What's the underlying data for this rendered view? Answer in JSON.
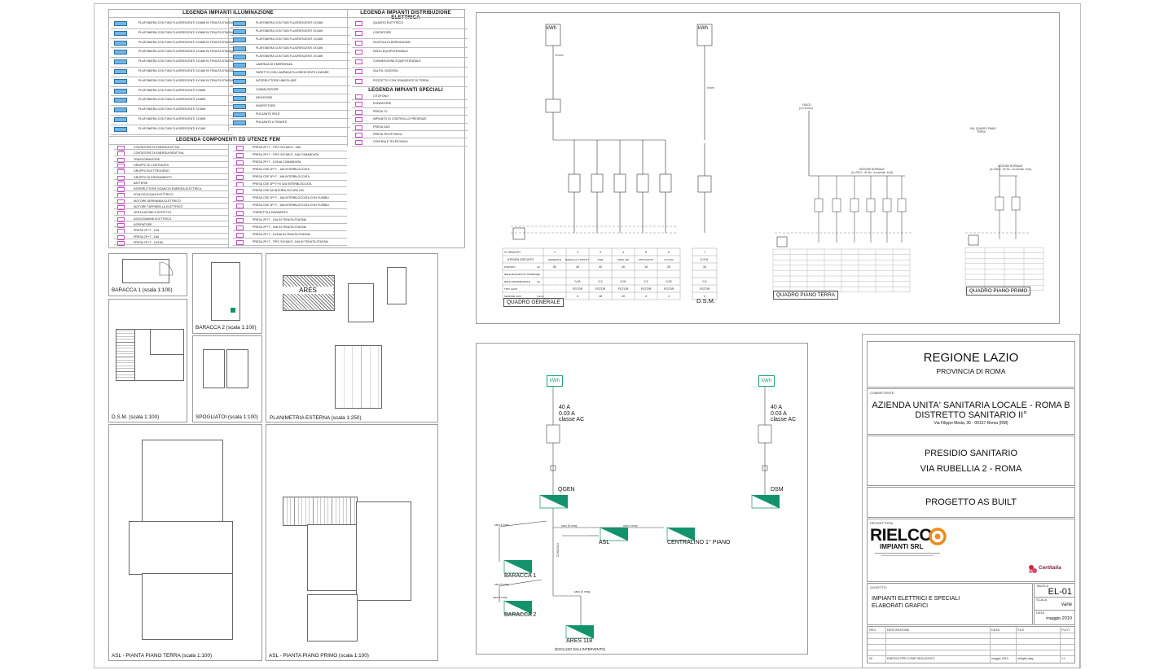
{
  "legend": {
    "illumination_title": "LEGENDA IMPIANTI ILLUMINAZIONE",
    "distribution_title": "LEGENDA IMPIANTI DISTRIBUZIONE ELETTRICA",
    "special_title": "LEGENDA IMPIANTI SPECIALI",
    "fem_title": "LEGENDA COMPONENTI ED UTENZE FEM",
    "illumination_left": [
      "PLAFONIERA CON TUBI FLUORESCENTI 2X58W IN TENUTA STAGNA",
      "PLAFONIERA CON TUBI FLUORESCENTI 1X58W IN TENUTA STAGNA",
      "PLAFONIERA CON TUBI FLUORESCENTI 2X36W IN TENUTA STAGNA",
      "PLAFONIERA CON TUBI FLUORESCENTI 1X36W IN TENUTA STAGNA",
      "PLAFONIERA CON TUBI FLUORESCENTI 1X18W IN TENUTA STAGNA",
      "PLAFONIERA CON TUBI FLUORESCENTI 2X18W IN TENUTA STAGNA",
      "PLAFONIERA CON TUBI FLUORESCENTI 4X18W IN TENUTA STAGNA",
      "PLAFONIERA CON TUBI FLUORESCENTI 2X58W",
      "PLAFONIERA CON TUBI FLUORESCENTI 1X58W",
      "PLAFONIERA CON TUBI FLUORESCENTI 2X36W",
      "PLAFONIERA CON TUBI FLUORESCENTI 1X36W",
      "PLAFONIERA CON TUBI FLUORESCENTI 4X18W"
    ],
    "illumination_right": [
      "PLAFONIERA CON TUBI FLUORESCENTI 2X18W",
      "PLAFONIERA CON TUBI FLUORESCENTI 2X18W",
      "PLAFONIERA CON TUBI FLUORESCENTI 1X18W",
      "PLAFONIERA CON TUBI FLUORESCENTI 4X18W",
      "PLAFONIERA CON TUBI FLUORESCENTI 2X18W",
      "LAMPADA DI EMERGENZA",
      "FARETTO CON LAMPADA FLUORESCENTE LINEARE",
      "INTERRUTTORE UNIPOLARE",
      "COMMUTATORE",
      "DEVIATORE",
      "INVERTITORE",
      "PULSANTE RELE'",
      "PULSANTE A TIRANTE"
    ],
    "distribution": [
      "QUADRO ELETTRICO",
      "CONTATORE",
      "SCATOLA DI DERIVAZIONE",
      "NODO EQUIPOTENZIALE",
      "CONNESSIONE EQUIPOTENZIALE",
      "SALITA / DISCESA",
      "POZZETTO CON SPANDENTE DI TERRA"
    ],
    "special": [
      "CITOFONO",
      "RONZATORE",
      "PRESA TV",
      "IMPIANTO DI CONTROLLO PRESENZE",
      "PRESA DATI",
      "PRESA TELEFONICA",
      "CENTRALE TELEFONICA"
    ],
    "fem_left": [
      "CONTATORE DI ENERGIA ATTIVA",
      "CONTATORE DI ENERGIA REATTIVA",
      "TRASFORMATORE",
      "GRUPPO DI CONTINUITA'",
      "GRUPPO ELETTROGENO",
      "GRUPPO DI RIFASAMENTO",
      "BATTERIE",
      "INTERRUTTORE SGANCIO ENERGIA ELETTRICA",
      "SCALDA ACQUA ELETTRICO",
      "MOTORE SERRANDA ELETTRICO",
      "MOTORE TAPPARELLA ELETTRICO",
      "VENTILATORE A SOFFITTO",
      "ASCIUGAMANI ELETTRICO",
      "ASPIRATORE",
      "PRESA 2P+T - 10A",
      "PRESA 2P+T - 16A",
      "PRESA 2P+T - 10/16A"
    ],
    "fem_right": [
      "PRESA 2P+T - TIPO SCHUKO - 16A",
      "PRESA 2P+T - TIPO SCHUKO -16A COMANDATA",
      "PRESA 2P+T - 10/16A COMANDATA",
      "PRESA CEE 2P+T - 16A INTERBLOCCATA",
      "PRESA CEE 3P+T - 16A INTERBLOCCATA",
      "PRESA CEE 3P+T+N 32A INTERBLOCCATA",
      "PRESA CEE 6A INTERBLOCCATA 24V",
      "PRESA CEE 2P+T - 16A INTERBLOCCATA CON FUSIBILI",
      "PRESA CEE 3P+T - 16A INTERBLOCCATA CON FUSIBILI",
      "TORRETTA A PAVIMENTO",
      "PRESA 2P+T - 10A IN TENUTA STAGNA",
      "PRESA 2P+T - 16A IN TENUTA STAGNA",
      "PRESA 2P+T - 10/16A IN TENUTA STAGNA",
      "PRESA 2P+T - TIPO SCHUKO -16A IN TENUTA STAGNA"
    ]
  },
  "plans": {
    "baracca1": "BARACCA 1 (scala 1:100)",
    "baracca2": "BARACCA 2 (scala 1:100)",
    "dsm": "D.S.M. (scala 1:100)",
    "spogliatoi": "SPOGLIATOI (scala 1:100)",
    "planimetria": "PLANIMETRIA ESTERNA (scala 1:250)",
    "ares_label": "ARES",
    "asl_terra": "ASL - PIANTA PIANO TERRA (scala 1:100)",
    "asl_primo": "ASL - PIANTA PIANO PRIMO (scala 1:100)"
  },
  "schematic": {
    "kwh": "kWh",
    "cable_1": "10 mm²",
    "cable_2": "6 mm²",
    "circuit_header": "N. CIRCUITO",
    "utenza_circuito": "UTENZA CIRCUITO",
    "quadro_generale": "QUADRO GENERALE",
    "dsm": "D.S.M.",
    "quadro_piano_terra": "QUADRO PIANO TERRA",
    "quadro_piano_primo": "QUADRO PIANO PRIMO",
    "row_labels": [
      "PORTATA",
      "RELE MAGNETICO TERMICO",
      "RELE DIFFERENZIALE",
      "TIPO CAVO",
      "SEZIONE CAVI"
    ],
    "row_units": [
      "(A)",
      "(A)",
      "(A)",
      "",
      "(mm2)"
    ],
    "circuits": [
      "1",
      "2",
      "3",
      "4",
      "5",
      "6"
    ],
    "utenze": [
      "GENERALE",
      "BARACCA 1 STRUTT.",
      "DSM",
      "ARES 118",
      "SPOGLIATOI",
      "CUCINA"
    ],
    "portata": [
      "50",
      "40",
      "40",
      "40",
      "16",
      "25"
    ],
    "differenziale": [
      "-",
      "0.03",
      "0.3",
      "0.03",
      "0.3",
      "0.03"
    ],
    "tipo_cavo": [
      "-",
      "FG7OR",
      "FG7OR",
      "FG7OR",
      "FG7OR",
      "FG7OR"
    ],
    "sezione": [
      "-",
      "4",
      "16",
      "10",
      "4",
      "4"
    ],
    "dsm_col": {
      "n": "7",
      "utenza": "D.S.M.",
      "portata": "16",
      "diff": "0.3",
      "tipo": "FG7OR",
      "sezione": "4"
    },
    "feed_terra_1": "FASCE",
    "feed_terra_2": "(4 X 6 mm²)",
    "sez_normale_terra_1": "SEZIONE NORMALE",
    "sez_normale_terra_2": "(U=230 V - 50 Hz - Icc ammin. 6 kA)",
    "feed_primo_1": "DAL QUADRO PIANO",
    "feed_primo_2": "TERRA",
    "sez_normale_primo_1": "SEZIONE NORMALE",
    "sez_normale_primo_2": "(U=230 V - 50 Hz - Icc ammin. 6 kA)"
  },
  "topology": {
    "kwh": "kWh",
    "main_rating": [
      "40 A",
      "0.03 A",
      "classe AC"
    ],
    "dsm_rating": [
      "40 A",
      "0.03 A",
      "classe AC"
    ],
    "nodes": [
      "QGEN",
      "ASL",
      "CENTRALINO 1° PIANO",
      "DSM",
      "BARACCA 1",
      "BARACCA 2",
      "ARES 118"
    ],
    "ares_note": "(ESCLUSO DALL'INTERVENTO)",
    "cable_labels": [
      "cavo 4 mmq",
      "cavo 16 mmq",
      "cavo 4 mmq",
      "cavo 4 mmq",
      "cavo 4 mmq",
      "cavo 10 mmq",
      "cavo 4 mmq"
    ],
    "cunicolo": "CUNICOLO",
    "colors": {
      "node": "#12936b",
      "kwh": "#1aa36f"
    }
  },
  "title_block": {
    "region": "REGIONE LAZIO",
    "province": "PROVINCIA DI ROMA",
    "committente_label": "COMMITTENTE:",
    "client_1": "AZIENDA UNITA' SANITARIA LOCALE - ROMA B",
    "client_2": "DISTRETTO SANITARIO II°",
    "client_address": "Via Filippo Meda, 35 - 00157 Roma (RM)",
    "site_1": "PRESIDIO SANITARIO",
    "site_2": "VIA RUBELLIA 2 - ROMA",
    "project": "PROGETTO AS BUILT",
    "progettista_label": "PROGETTISTA:",
    "company_logo": "RIELCO",
    "company_sub": "IMPIANTI SRL",
    "cert_logo": "Certitalia",
    "oggetto_label": "OGGETTO:",
    "oggetto_1": "IMPIANTI ELETTRICI E SPECIALI",
    "oggetto_2": "ELABORATI GRAFICI",
    "tavola_label": "TAVOLA",
    "tavola": "EL-01",
    "scala_label": "SCALA",
    "scala": "varie",
    "data_label": "DATA",
    "data": "maggio 2010",
    "rev_headers": [
      "REV.",
      "DESCRIZIONE",
      "DATA",
      "FILE",
      "PLOT"
    ],
    "rev_row": [
      "00",
      "EMESSO PER COME REALIZZATO",
      "maggio 2010",
      "rielfgbb.dwg",
      "1:1"
    ]
  }
}
